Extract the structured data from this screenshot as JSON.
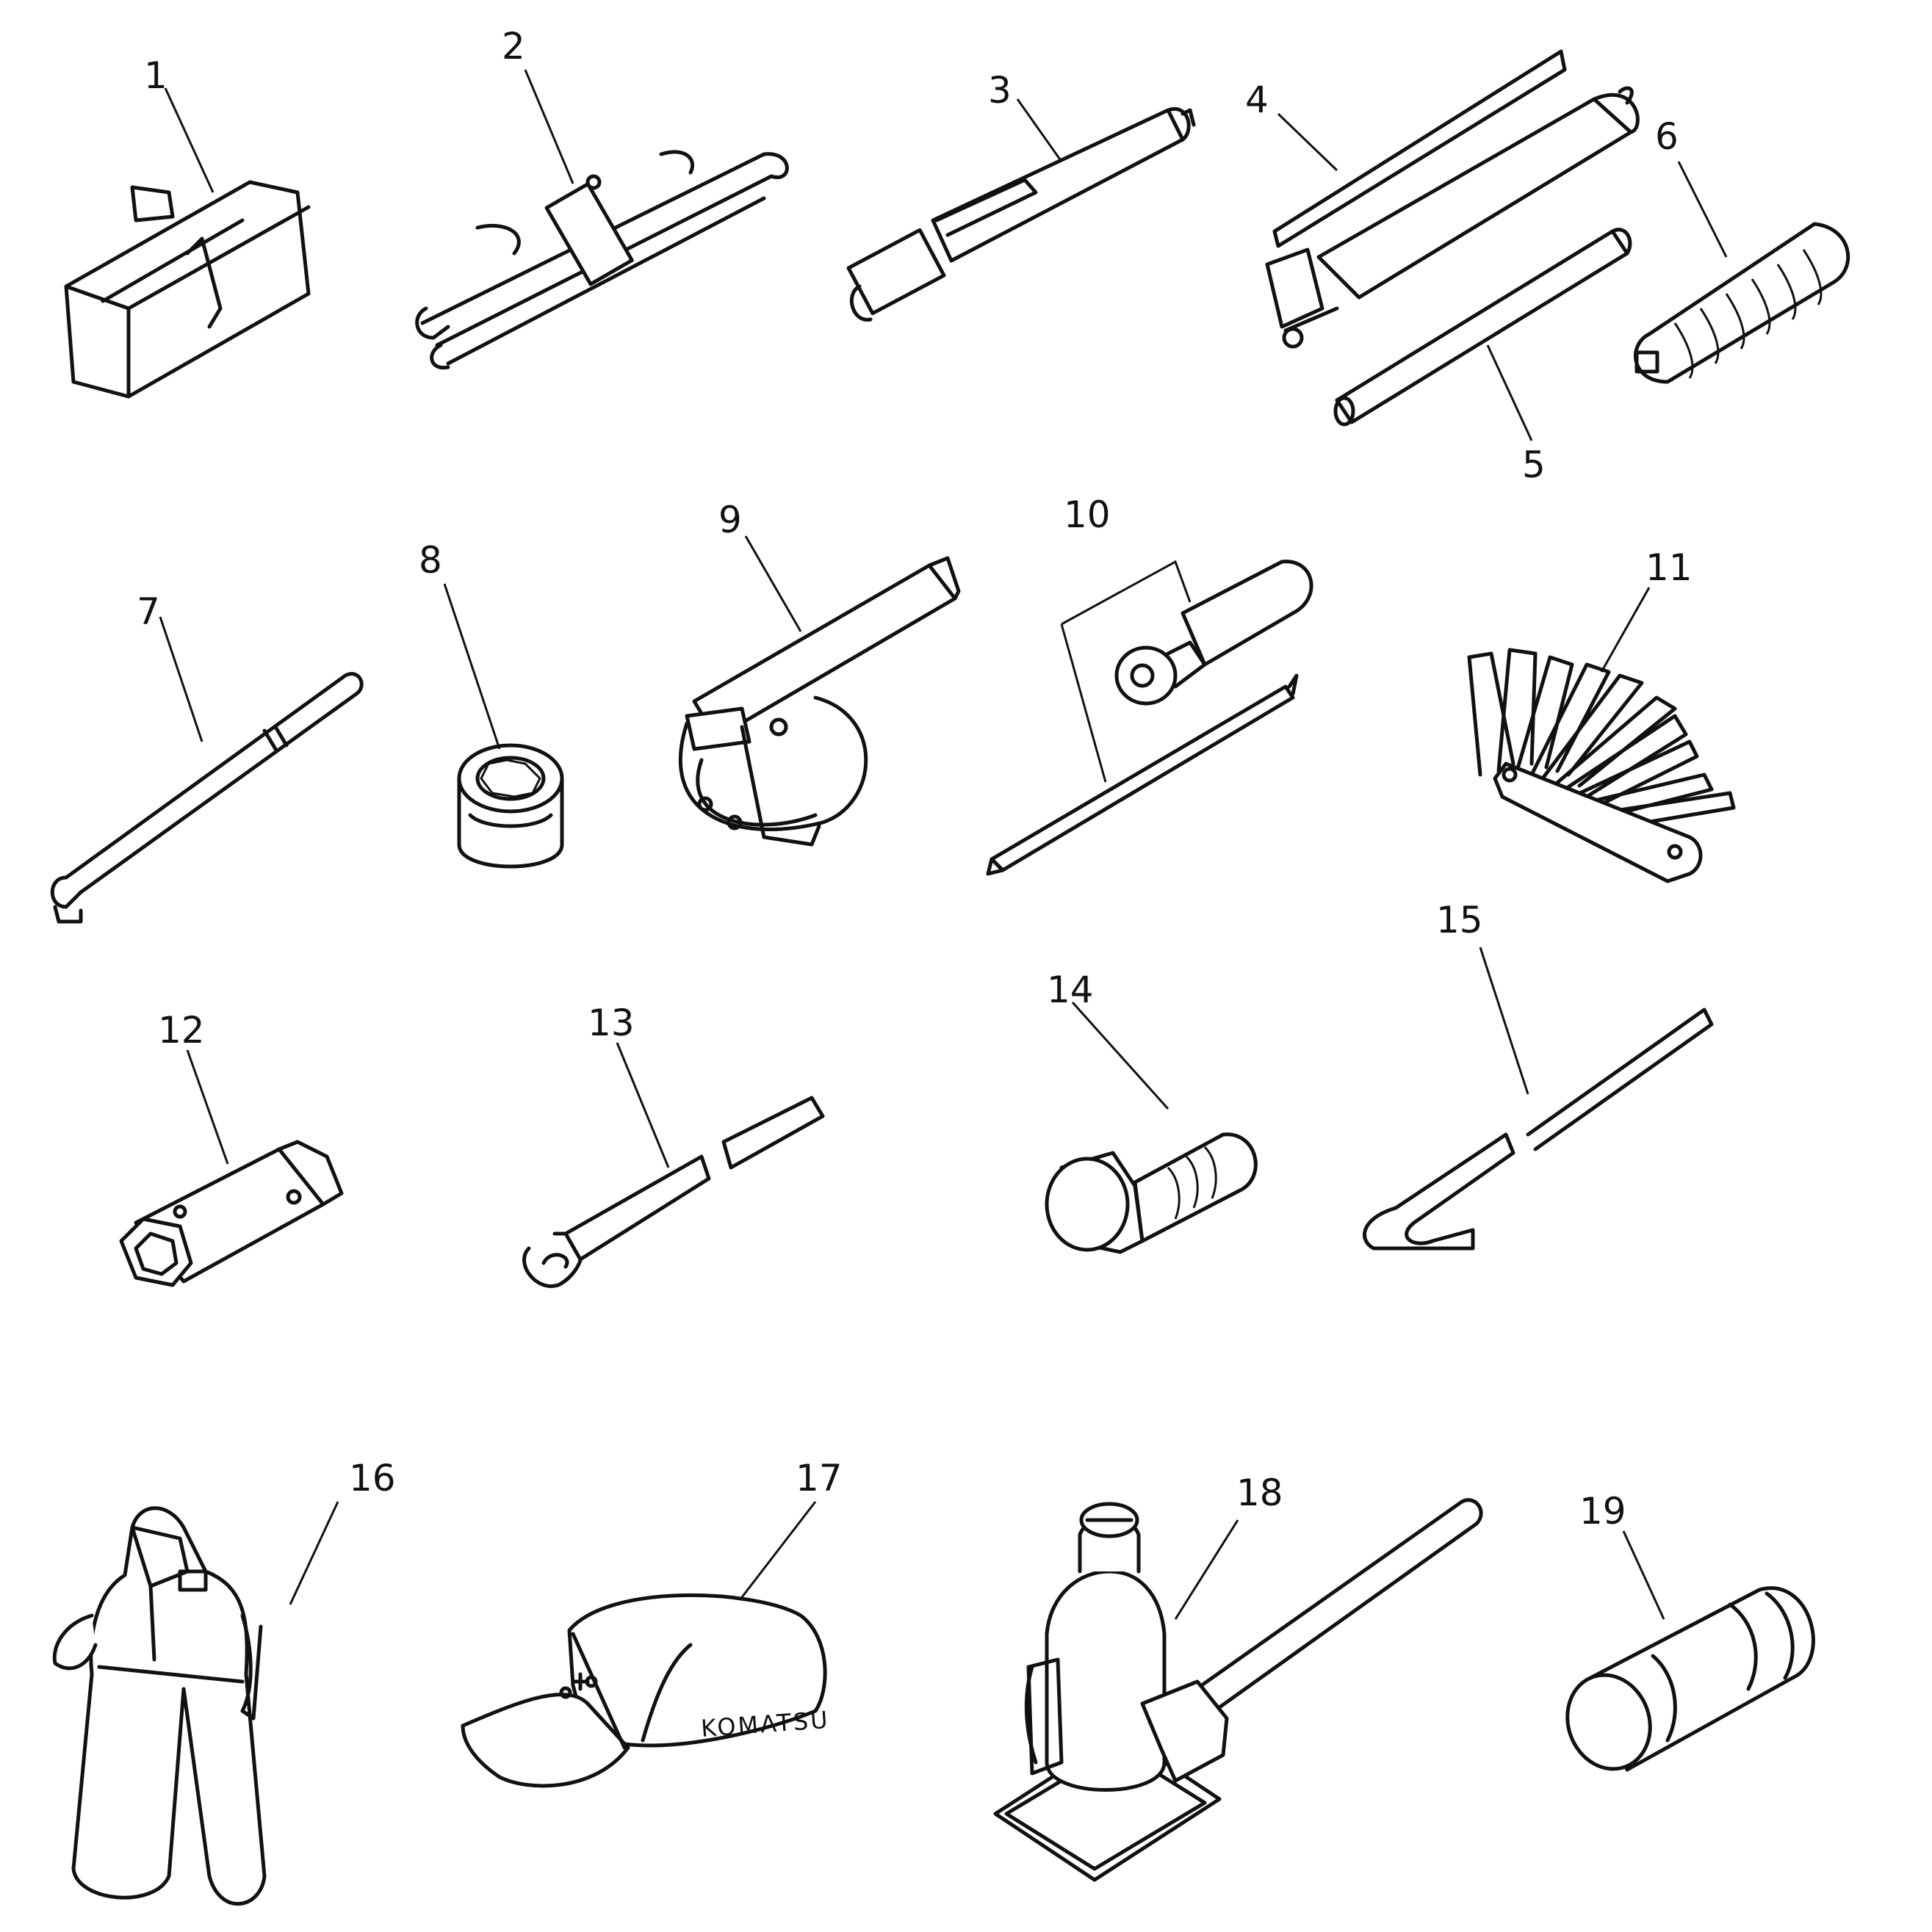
{
  "figure": {
    "callouts": [
      "1",
      "2",
      "3",
      "4",
      "5",
      "6",
      "7",
      "8",
      "9",
      "10",
      "11",
      "12",
      "13",
      "14",
      "15",
      "16",
      "17",
      "18",
      "19"
    ],
    "cap_text": "KOMATSU"
  },
  "parts": [
    {
      "callout": "1",
      "icon": "tool-bag-icon"
    },
    {
      "callout": "2",
      "icon": "wrench-set-icon"
    },
    {
      "callout": "3",
      "icon": "grease-nozzle-icon"
    },
    {
      "callout": "4",
      "icon": "grease-gun-icon"
    },
    {
      "callout": "5",
      "icon": "extension-pipe-icon"
    },
    {
      "callout": "6",
      "icon": "flexible-hose-icon"
    },
    {
      "callout": "7",
      "icon": "l-wrench-icon"
    },
    {
      "callout": "8",
      "icon": "socket-icon"
    },
    {
      "callout": "9",
      "icon": "filter-wrench-icon"
    },
    {
      "callout": "10",
      "icon": "screwdriver-icon"
    },
    {
      "callout": "11",
      "icon": "feeler-gauge-icon"
    },
    {
      "callout": "12",
      "icon": "box-wrench-icon"
    },
    {
      "callout": "13",
      "icon": "spanner-icon"
    },
    {
      "callout": "14",
      "icon": "bolt-icon"
    },
    {
      "callout": "15",
      "icon": "pry-bar-icon"
    },
    {
      "callout": "16",
      "icon": "coverall-icon"
    },
    {
      "callout": "17",
      "icon": "cap-icon"
    },
    {
      "callout": "18",
      "icon": "bottle-jack-icon"
    },
    {
      "callout": "19",
      "icon": "cartridge-icon"
    }
  ]
}
